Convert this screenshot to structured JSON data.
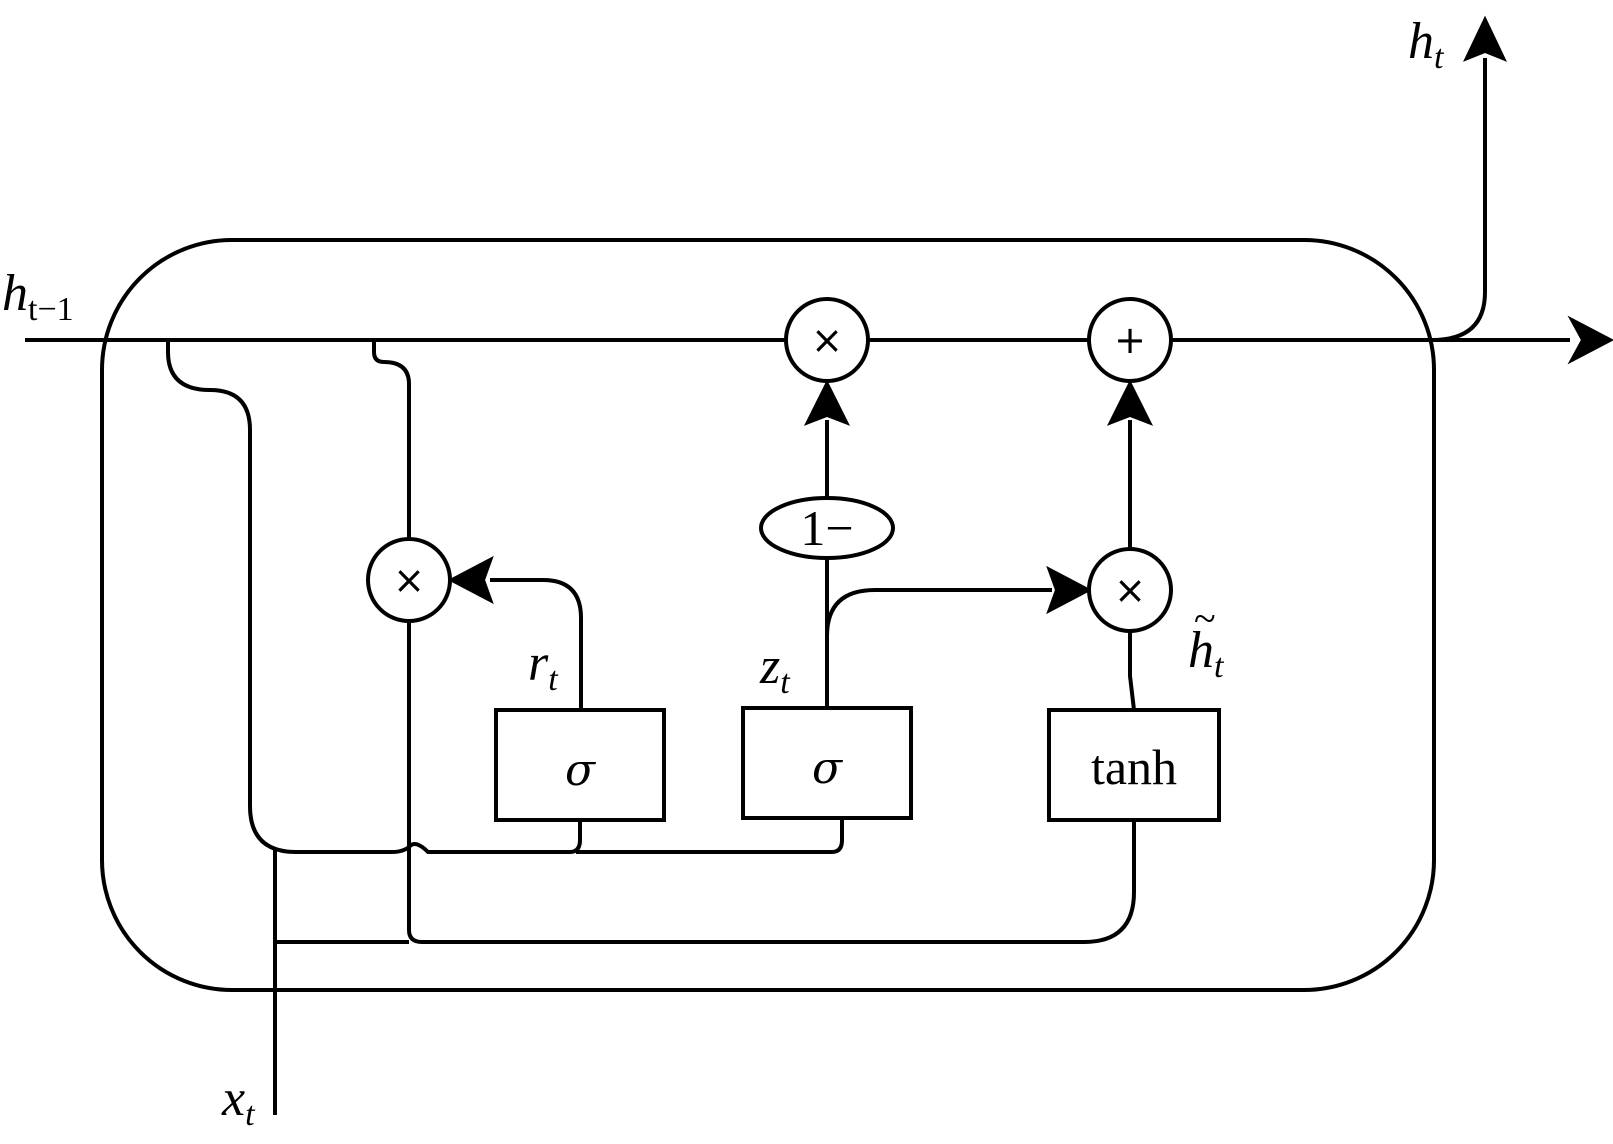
{
  "diagram": {
    "input_hidden": {
      "main": "h",
      "sub": "t−1"
    },
    "output_hidden": {
      "main": "h",
      "sub": "t"
    },
    "input_x": {
      "main": "x",
      "sub": "t"
    },
    "reset_gate_label": {
      "main": "r",
      "sub": "t"
    },
    "update_gate_label": {
      "main": "z",
      "sub": "t"
    },
    "candidate_label": {
      "main": "h",
      "sub": "t",
      "accent": "~"
    },
    "reset_gate_box": "σ",
    "update_gate_box": "σ",
    "candidate_box": "tanh",
    "one_minus": "1−",
    "multiply_symbol": "×",
    "add_symbol": "+"
  }
}
